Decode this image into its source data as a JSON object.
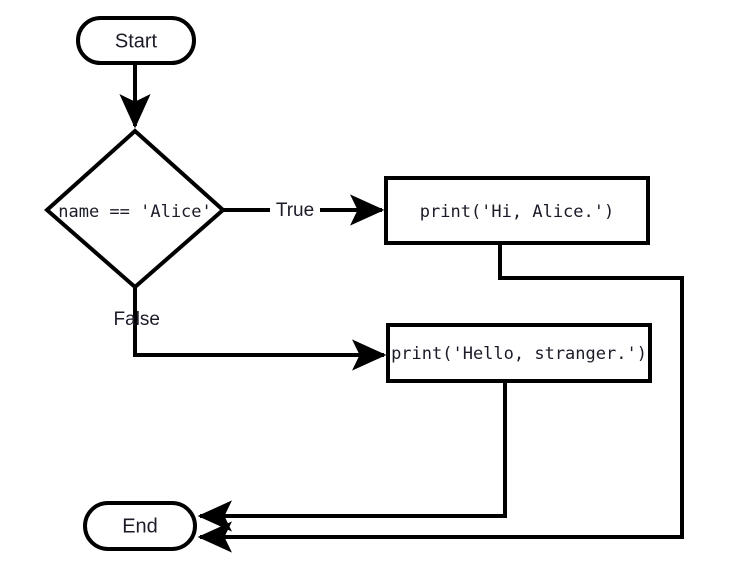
{
  "diagram": {
    "type": "flowchart",
    "title": "name == 'Alice' conditional flowchart",
    "background_color": "#ffffff",
    "stroke_color": "#000000",
    "text_color": "#1b1b28"
  },
  "nodes": {
    "start": {
      "label": "Start",
      "shape": "stadium",
      "font": "sans"
    },
    "decision": {
      "label": "name == 'Alice'",
      "shape": "diamond",
      "font": "mono"
    },
    "print_alice": {
      "label": "print('Hi, Alice.')",
      "shape": "rectangle",
      "font": "mono"
    },
    "print_stranger": {
      "label": "print('Hello, stranger.')",
      "shape": "rectangle",
      "font": "mono"
    },
    "end": {
      "label": "End",
      "shape": "stadium",
      "font": "sans"
    }
  },
  "edges": {
    "start_to_decision": {
      "label": ""
    },
    "decision_true": {
      "label": "True"
    },
    "decision_false": {
      "label": "False"
    },
    "alice_to_end": {
      "label": ""
    },
    "stranger_to_end": {
      "label": ""
    }
  }
}
